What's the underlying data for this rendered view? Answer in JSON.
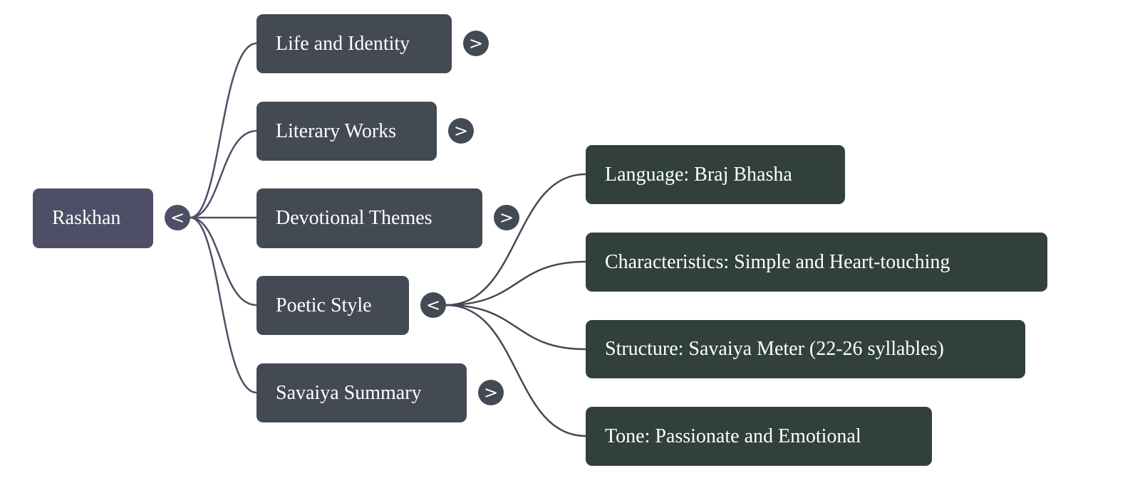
{
  "colors": {
    "root": "#4e4f66",
    "level1": "#434a54",
    "level2": "#31403d",
    "link_root": "#4e4f66",
    "link_l1": "#434a54"
  },
  "root": {
    "label": "Raskhan",
    "toggle": "<"
  },
  "branches": [
    {
      "label": "Life and Identity",
      "toggle": ">"
    },
    {
      "label": "Literary Works",
      "toggle": ">"
    },
    {
      "label": "Devotional Themes",
      "toggle": ">"
    },
    {
      "label": "Poetic Style",
      "toggle": "<",
      "children": [
        {
          "label": "Language: Braj Bhasha"
        },
        {
          "label": "Characteristics: Simple and Heart-touching"
        },
        {
          "label": "Structure: Savaiya Meter (22-26 syllables)"
        },
        {
          "label": "Tone: Passionate and Emotional"
        }
      ]
    },
    {
      "label": "Savaiya Summary",
      "toggle": ">"
    }
  ]
}
